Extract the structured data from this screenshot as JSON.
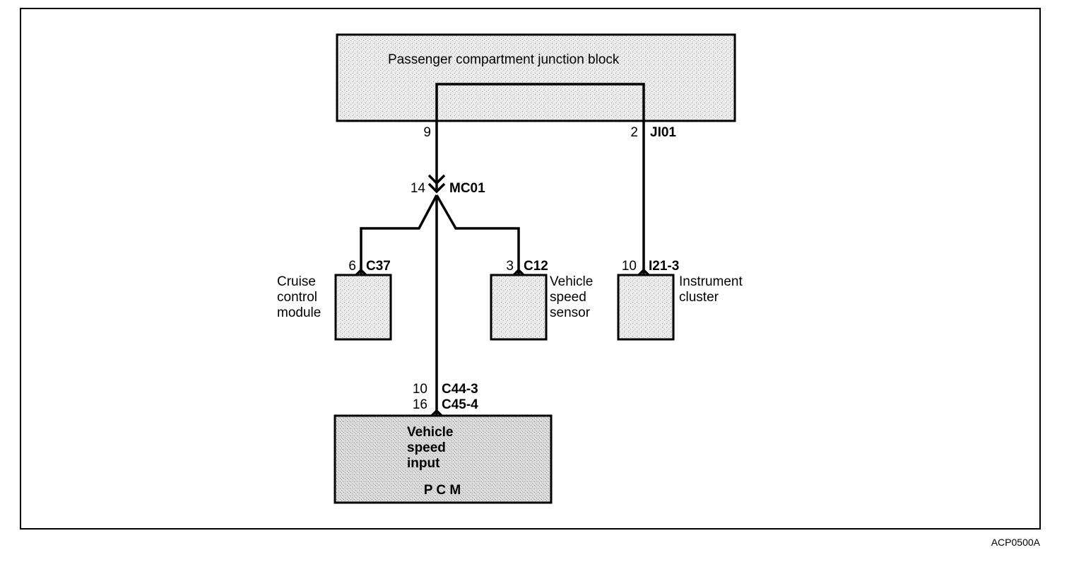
{
  "junction_block": {
    "title": "Passenger compartment junction block",
    "pin_left": "9",
    "pin_right": "2",
    "connector": "JI01"
  },
  "splice": {
    "pin": "14",
    "connector": "MC01"
  },
  "cruise_module": {
    "pin": "6",
    "connector": "C37",
    "name_lines": [
      "Cruise",
      "control",
      "module"
    ]
  },
  "speed_sensor": {
    "pin": "3",
    "connector": "C12",
    "name_lines": [
      "Vehicle",
      "speed",
      "sensor"
    ]
  },
  "instrument_cluster": {
    "pin": "10",
    "connector": "I21-3",
    "name_lines": [
      "Instrument",
      "cluster"
    ]
  },
  "pcm": {
    "pins": [
      "10",
      "16"
    ],
    "connectors": [
      "C44-3",
      "C45-4"
    ],
    "input_lines": [
      "Vehicle",
      "speed",
      "input"
    ],
    "name": "P C M"
  },
  "figure_id": "ACP0500A",
  "colors": {
    "ink": "#000000",
    "box_fill": "#e9e9e9",
    "pcm_fill": "#d6d6d6"
  }
}
